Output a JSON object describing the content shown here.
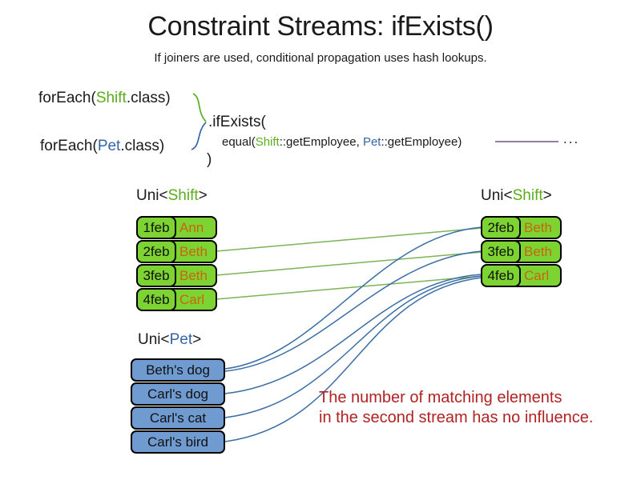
{
  "title": "Constraint Streams: ifExists()",
  "subtitle": "If joiners are used, conditional propagation uses hash lookups.",
  "code": {
    "foreach_shift": {
      "prefix": "forEach(",
      "type": "Shift",
      "suffix": ".class)"
    },
    "foreach_pet": {
      "prefix": "forEach(",
      "type": "Pet",
      "suffix": ".class)"
    },
    "if_exists": ".ifExists(",
    "equal": {
      "prefix": "equal(",
      "shift_type": "Shift",
      "mid": "::getEmployee, ",
      "pet_type": "Pet",
      "suffix": "::getEmployee)"
    },
    "close_paren": ")",
    "ellipsis": "..."
  },
  "left_table": {
    "label": {
      "prefix": "Uni<",
      "type": "Shift",
      "suffix": ">"
    },
    "rows": [
      {
        "date": "1feb",
        "name": "Ann"
      },
      {
        "date": "2feb",
        "name": "Beth"
      },
      {
        "date": "3feb",
        "name": "Beth"
      },
      {
        "date": "4feb",
        "name": "Carl"
      }
    ]
  },
  "right_table": {
    "label": {
      "prefix": "Uni<",
      "type": "Shift",
      "suffix": ">"
    },
    "rows": [
      {
        "date": "2feb",
        "name": "Beth"
      },
      {
        "date": "3feb",
        "name": "Beth"
      },
      {
        "date": "4feb",
        "name": "Carl"
      }
    ]
  },
  "pet_table": {
    "label": {
      "prefix": "Uni<",
      "type": "Pet",
      "suffix": ">"
    },
    "rows": [
      "Beth's dog",
      "Carl's dog",
      "Carl's cat",
      "Carl's bird"
    ]
  },
  "note": {
    "line1": "The number of matching elements",
    "line2": "in the second stream has no influence."
  },
  "connections": {
    "shift_to_shift": [
      {
        "from": "2feb Beth",
        "to": "2feb Beth",
        "color": "green"
      },
      {
        "from": "3feb Beth",
        "to": "3feb Beth",
        "color": "green"
      },
      {
        "from": "4feb Carl",
        "to": "4feb Carl",
        "color": "green"
      }
    ],
    "pet_to_shift": [
      {
        "from": "Beth's dog",
        "to": "2feb Beth",
        "color": "blue"
      },
      {
        "from": "Beth's dog",
        "to": "3feb Beth",
        "color": "blue"
      },
      {
        "from": "Carl's dog",
        "to": "4feb Carl",
        "color": "blue"
      },
      {
        "from": "Carl's cat",
        "to": "4feb Carl",
        "color": "blue"
      },
      {
        "from": "Carl's bird",
        "to": "4feb Carl",
        "color": "blue"
      }
    ]
  },
  "colors": {
    "shift_type_green": "#5BAD1D",
    "pet_type_blue": "#3465A4",
    "employee_orange": "#C9650F",
    "box_green": "#7CD332",
    "box_blue": "#6F9BD1",
    "line_green": "#7DB356",
    "line_blue": "#3B6EA5",
    "line_purple": "#6A5389",
    "note_red": "#B22222"
  }
}
